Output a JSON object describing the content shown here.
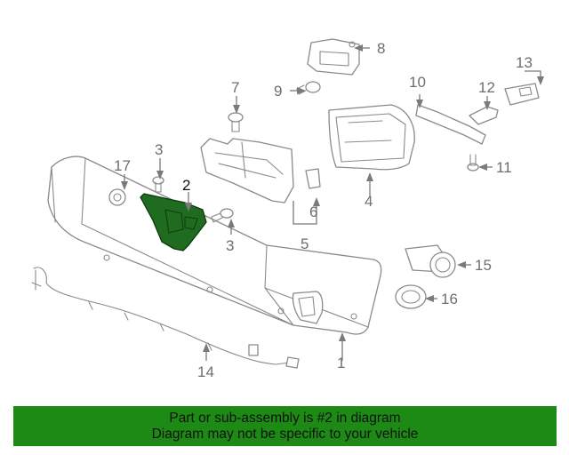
{
  "diagram": {
    "highlighted_part": "2",
    "highlight_color": "#1f6b1f",
    "callouts": {
      "c1": "1",
      "c2": "2",
      "c3a": "3",
      "c3b": "3",
      "c4": "4",
      "c5": "5",
      "c6": "6",
      "c7": "7",
      "c8": "8",
      "c9": "9",
      "c10": "10",
      "c11": "11",
      "c12": "12",
      "c13": "13",
      "c14": "14",
      "c15": "15",
      "c16": "16",
      "c17": "17"
    }
  },
  "banner": {
    "line1": "Part or sub-assembly is #2 in diagram",
    "line2": "Diagram may not be specific to your vehicle",
    "background": "#1e8a16"
  }
}
